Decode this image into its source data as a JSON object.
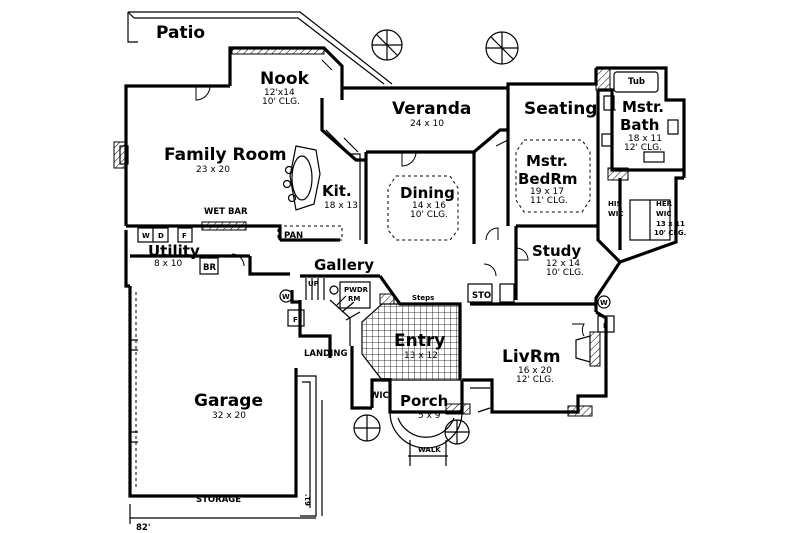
{
  "rooms": {
    "patio": {
      "name": "Patio"
    },
    "nook": {
      "name": "Nook",
      "dim": "12'x14",
      "ceiling": "10' CLG."
    },
    "family_room": {
      "name": "Family Room",
      "dim": "23 x 20"
    },
    "veranda": {
      "name": "Veranda",
      "dim": "24 x 10"
    },
    "seating": {
      "name": "Seating"
    },
    "tub": {
      "name": "Tub"
    },
    "mstr_bath": {
      "name_line1": "Mstr.",
      "name_line2": "Bath",
      "dim": "18 x 11",
      "ceiling": "12' CLG."
    },
    "kitchen": {
      "name": "Kit.",
      "dim": "18 x 13"
    },
    "dining": {
      "name": "Dining",
      "dim": "14 x 16",
      "ceiling": "10' CLG."
    },
    "mstr_bedrm": {
      "name_line1": "Mstr.",
      "name_line2": "BedRm",
      "dim": "19 x 17",
      "ceiling": "11' CLG."
    },
    "his_wic": {
      "line1": "HIS",
      "line2": "WIC"
    },
    "her_wic": {
      "line1": "HER",
      "line2": "WIC",
      "dim": "13 x 11",
      "ceiling": "10' CLG."
    },
    "wet_bar": {
      "name": "WET BAR"
    },
    "utility": {
      "name": "Utility",
      "dim": "8 x 10"
    },
    "pan": {
      "name": "PAN"
    },
    "gallery": {
      "name": "Gallery"
    },
    "study": {
      "name": "Study",
      "dim": "12 x 14",
      "ceiling": "10' CLG."
    },
    "br": {
      "name": "BR"
    },
    "up": {
      "name": "UP"
    },
    "pwdr": {
      "line1": "PWDR",
      "line2": "RM"
    },
    "steps": {
      "name": "Steps"
    },
    "sto": {
      "name": "STO"
    },
    "entry": {
      "name": "Entry",
      "dim": "13 x 12"
    },
    "landing": {
      "name": "LANDING"
    },
    "liv_rm": {
      "name": "LivRm",
      "dim": "16 x 20",
      "ceiling": "12' CLG."
    },
    "garage": {
      "name": "Garage",
      "dim": "32 x 20"
    },
    "wic": {
      "name": "WIC"
    },
    "porch": {
      "name": "Porch",
      "dim": "5 x 9"
    },
    "walk": {
      "name": "WALK"
    },
    "storage": {
      "name": "STORAGE"
    }
  },
  "appliances": {
    "w": "W",
    "d": "D",
    "f": "F"
  },
  "overall_width": "82'",
  "side_dim": "61'"
}
